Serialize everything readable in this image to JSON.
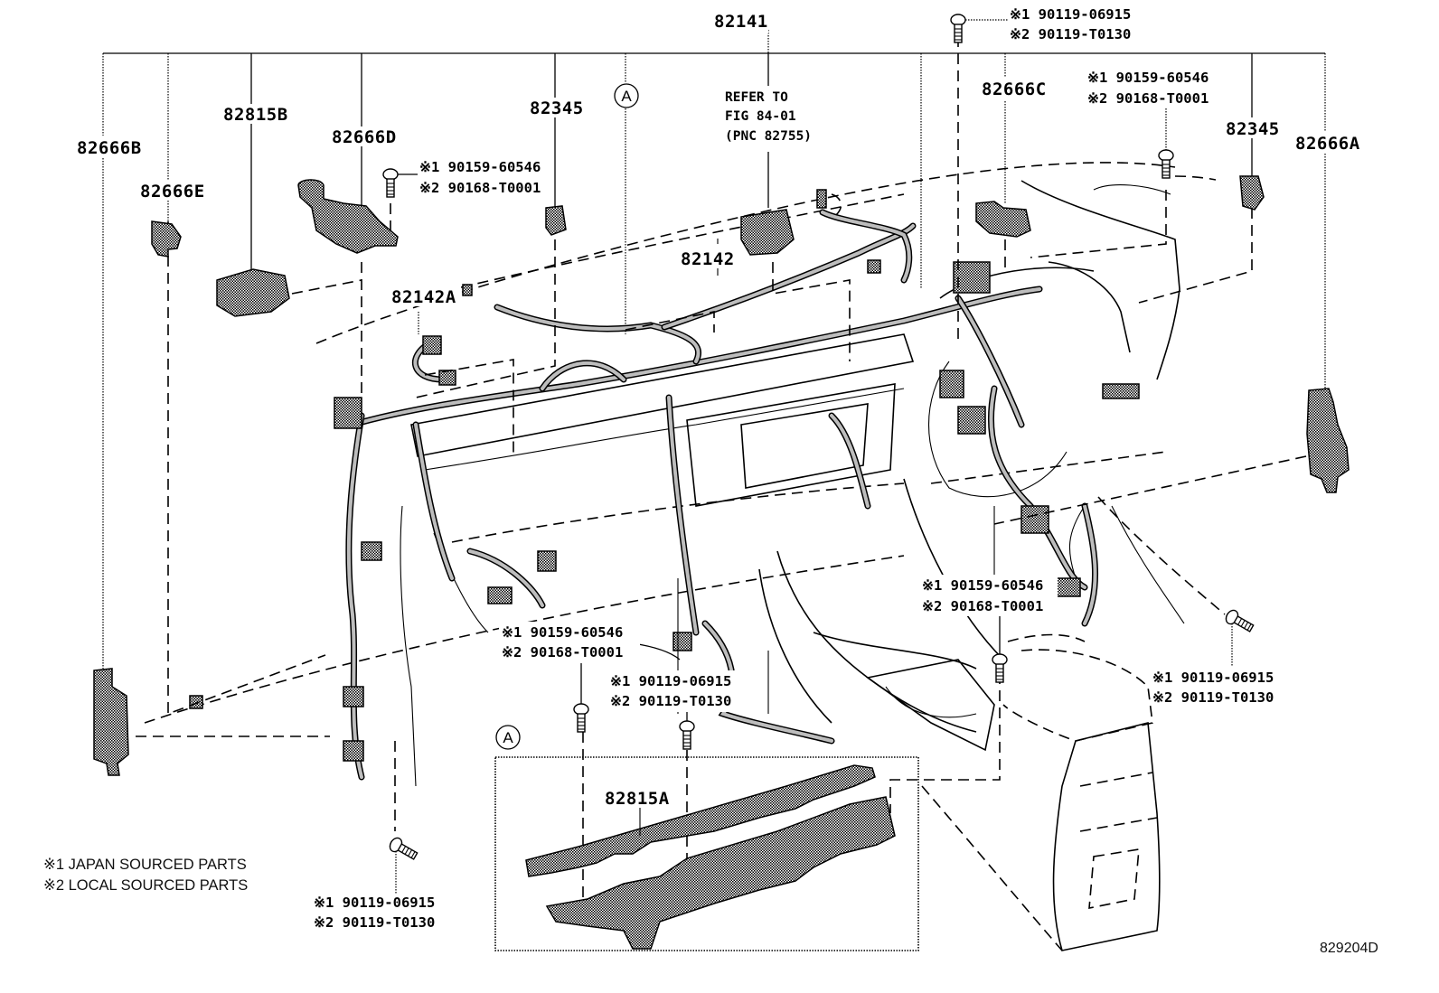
{
  "diagram": {
    "title_part": "82141",
    "figure_number": "829204D",
    "parts": {
      "p82141": "82141",
      "p82142": "82142",
      "p82142A": "82142A",
      "p82815A": "82815A",
      "p82815B": "82815B",
      "p82666A": "82666A",
      "p82666B": "82666B",
      "p82666C": "82666C",
      "p82666D": "82666D",
      "p82666E": "82666E",
      "p82345_left": "82345",
      "p82345_right": "82345"
    },
    "reference": {
      "line1": "REFER TO",
      "line2": "FIG 84-01",
      "line3": "(PNC 82755)"
    },
    "view_marker": "A",
    "fasteners": [
      {
        "id": "top-center",
        "line1": "※1 90119-06915",
        "line2": "※2 90119-T0130"
      },
      {
        "id": "left-upper",
        "line1": "※1 90159-60546",
        "line2": "※2 90168-T0001"
      },
      {
        "id": "right-upper",
        "line1": "※1 90159-60546",
        "line2": "※2 90168-T0001"
      },
      {
        "id": "right-middle",
        "line1": "※1 90159-60546",
        "line2": "※2 90168-T0001"
      },
      {
        "id": "center-lower-a",
        "line1": "※1 90159-60546",
        "line2": "※2 90168-T0001"
      },
      {
        "id": "center-lower-b",
        "line1": "※1 90119-06915",
        "line2": "※2 90119-T0130"
      },
      {
        "id": "right-lower",
        "line1": "※1 90119-06915",
        "line2": "※2 90119-T0130"
      },
      {
        "id": "left-bottom",
        "line1": "※1 90119-06915",
        "line2": "※2 90119-T0130"
      }
    ],
    "legend": [
      "※1 JAPAN SOURCED PARTS",
      "※2 LOCAL SOURCED PARTS"
    ]
  }
}
